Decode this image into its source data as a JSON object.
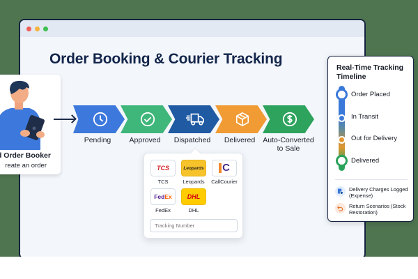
{
  "window": {
    "traffic_lights": [
      "#ee5f57",
      "#f5b43f",
      "#3fc04f"
    ]
  },
  "page": {
    "title": "Order Booking & Courier Tracking"
  },
  "booker_card": {
    "name": "d Order Booker",
    "subtitle": "reate an order"
  },
  "workflow": {
    "steps": [
      {
        "label": "Pending",
        "icon": "clock-icon",
        "color": "#3d78dc"
      },
      {
        "label": "Approved",
        "icon": "check-circle-icon",
        "color": "#3fb67a"
      },
      {
        "label": "Dispatched",
        "icon": "truck-icon",
        "color": "#1f5aa3"
      },
      {
        "label": "Delivered",
        "icon": "package-icon",
        "color": "#f09b34"
      },
      {
        "label": "Auto-Converted to Sale",
        "icon": "dollar-circle-icon",
        "color": "#2ea35e"
      }
    ]
  },
  "courier_dropdown": {
    "couriers": [
      {
        "name": "TCS",
        "logo_text": "TCS"
      },
      {
        "name": "Leopards",
        "logo_text": "Leopards"
      },
      {
        "name": "CallCourier",
        "logo_text": "C"
      },
      {
        "name": "FedEx",
        "logo_text": "FedEx"
      },
      {
        "name": "DHL",
        "logo_text": "DHL"
      }
    ],
    "tracking_placeholder": "Tracking Number"
  },
  "timeline": {
    "title": "Real-Time Tracking Timeline",
    "steps": [
      {
        "label": "Order Placed",
        "color": "#3a79d9"
      },
      {
        "label": "In Transit",
        "color": "#3a79d9"
      },
      {
        "label": "Out for Delivery",
        "color": "#e3962e"
      },
      {
        "label": "Delivered",
        "color": "#2aa35a"
      }
    ],
    "extras": [
      {
        "label": "Delivery Charges Logged (Expense)",
        "icon": "receipt-icon"
      },
      {
        "label": "Return Scenarios (Stock Restoration)",
        "icon": "return-arrow-icon"
      }
    ]
  }
}
